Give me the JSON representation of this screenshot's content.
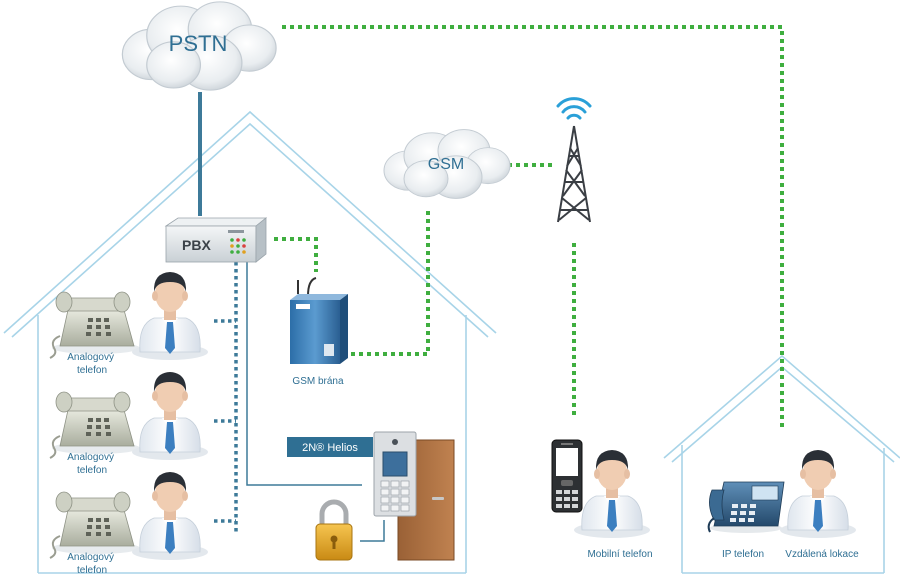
{
  "labels": {
    "pstn": "PSTN",
    "gsm": "GSM",
    "pbx": "PBX",
    "gsm_gateway": "GSM brána",
    "helios": "2N® Helios",
    "analog_line1": "Analogový",
    "analog_line2": "telefon",
    "mobile": "Mobilní telefon",
    "ip_phone": "IP telefon",
    "remote": "Vzdálená lokace"
  },
  "colors": {
    "house_outline": "#a8d4e8",
    "cloud_text": "#2f6f93",
    "wired_link": "#3d7a99",
    "gsm_link": "#3fae3f",
    "caption_text": "#2f6f93",
    "helios_badge": "#2f6f93"
  },
  "icons": [
    "cloud-icon",
    "pbx-icon",
    "gsm-gateway-icon",
    "cell-tower-icon",
    "analog-phone-icon",
    "person-icon",
    "door-intercom-icon",
    "padlock-icon",
    "mobile-phone-icon",
    "ip-phone-icon"
  ]
}
